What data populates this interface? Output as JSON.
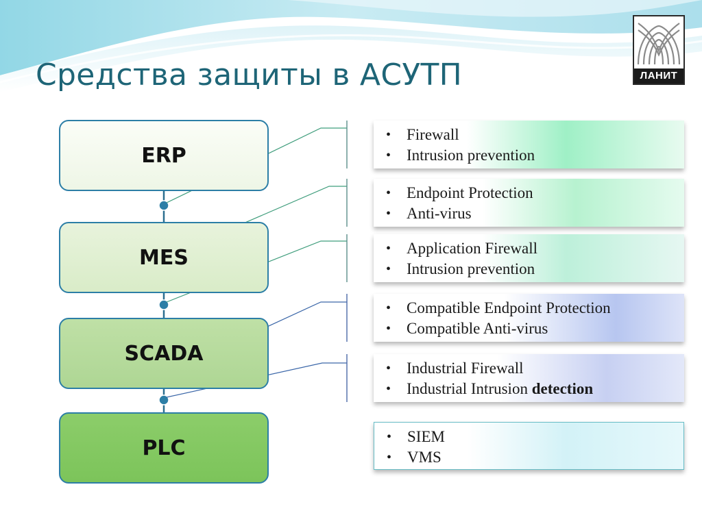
{
  "title": "Средства защиты в АСУТП",
  "logo": {
    "text": "ЛАНИТ"
  },
  "levels": [
    {
      "id": "erp",
      "label": "ERP"
    },
    {
      "id": "mes",
      "label": "MES"
    },
    {
      "id": "scada",
      "label": "SCADA"
    },
    {
      "id": "plc",
      "label": "PLC"
    }
  ],
  "cards": [
    {
      "items": [
        "Firewall",
        "Intrusion prevention"
      ]
    },
    {
      "items": [
        "Endpoint Protection",
        "Anti-virus"
      ]
    },
    {
      "items": [
        "Application Firewall",
        "Intrusion prevention"
      ]
    },
    {
      "items": [
        "Compatible Endpoint Protection",
        "Compatible Anti-virus"
      ]
    },
    {
      "items": [
        "Industrial Firewall",
        "Industrial Intrusion ",
        "detection"
      ]
    },
    {
      "items": [
        "SIEM",
        "VMS"
      ]
    }
  ],
  "colors": {
    "title": "#1e6577",
    "box_border": "#2c7ea6",
    "connector": "#2c6e8f",
    "wave": "#9fd8e6"
  }
}
